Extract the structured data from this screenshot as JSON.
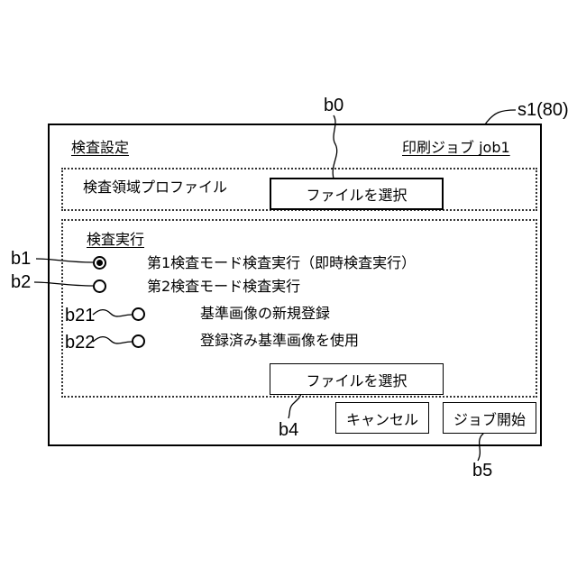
{
  "labels": {
    "screen": "s1(80)",
    "b0": "b0",
    "b1": "b1",
    "b2": "b2",
    "b21": "b21",
    "b22": "b22",
    "b4": "b4",
    "b5": "b5"
  },
  "screen": {
    "title": "検査設定",
    "job_title": "印刷ジョブ job1"
  },
  "profile_section": {
    "heading": "検査領域プロファイル",
    "select_file_label": "ファイルを選択"
  },
  "execution_section": {
    "heading": "検査実行",
    "modes": [
      {
        "label": "第1検査モード検査実行（即時検査実行）",
        "selected": true
      },
      {
        "label": "第2検査モード検査実行",
        "selected": false
      }
    ],
    "sub_options": [
      {
        "label": "基準画像の新規登録",
        "selected": false
      },
      {
        "label": "登録済み基準画像を使用",
        "selected": false
      }
    ],
    "select_file_label": "ファイルを選択"
  },
  "footer": {
    "cancel_label": "キャンセル",
    "start_label": "ジョブ開始"
  }
}
